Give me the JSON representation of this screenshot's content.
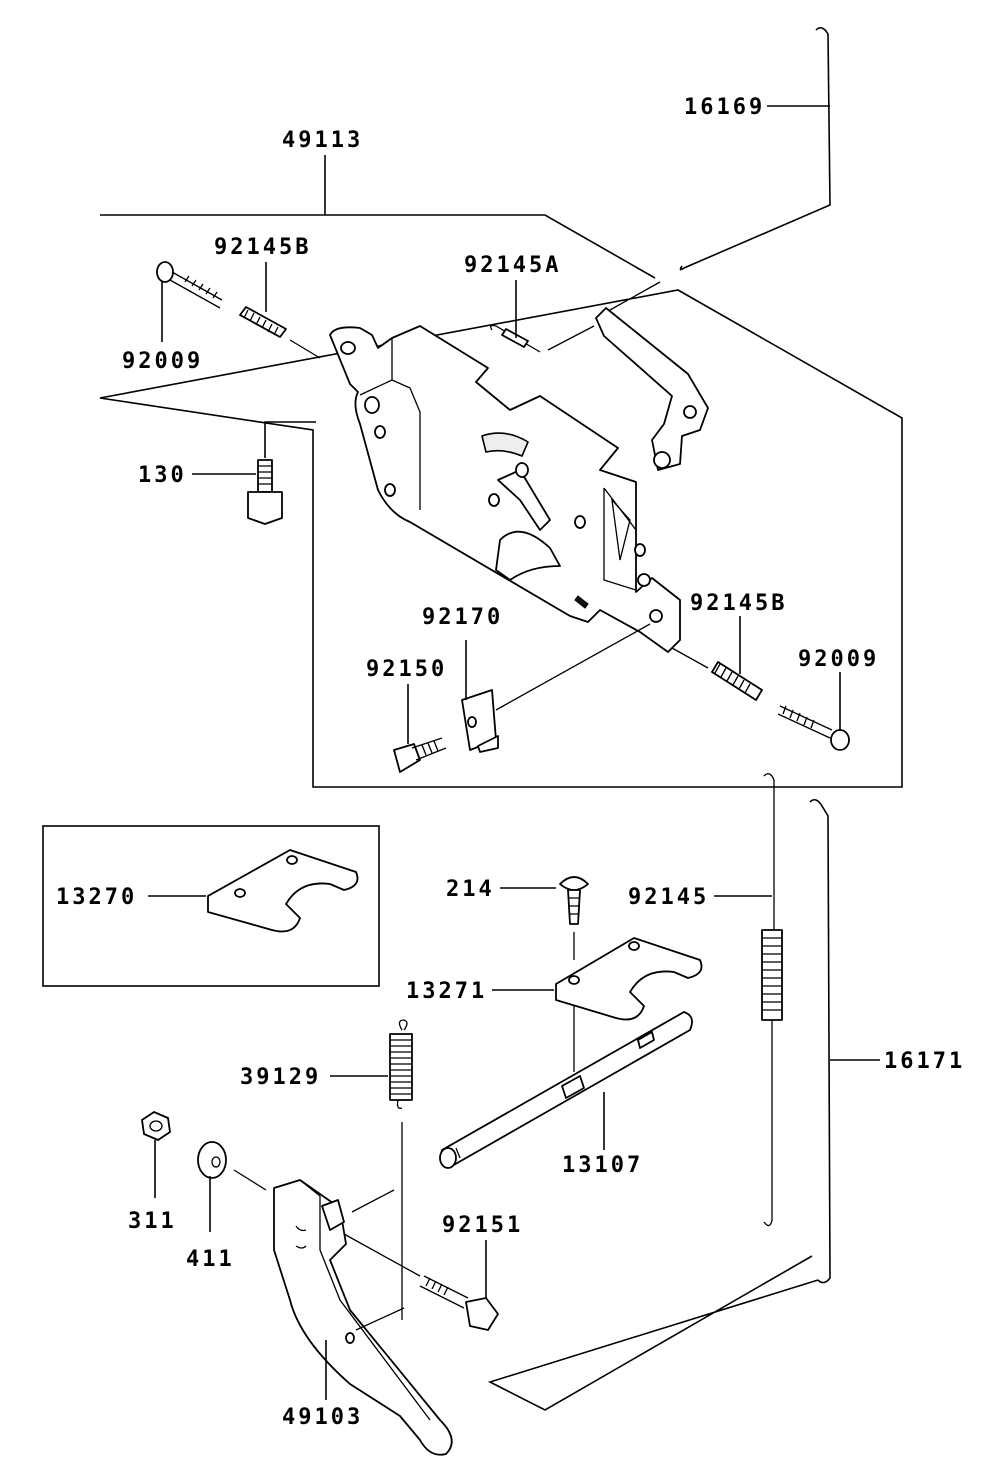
{
  "diagram": {
    "labels": {
      "l16169": "16169",
      "l49113": "49113",
      "l92145B_top": "92145B",
      "l92145A": "92145A",
      "l92009_top": "92009",
      "l130": "130",
      "l92170": "92170",
      "l92145B_right": "92145B",
      "l92009_right": "92009",
      "l92150": "92150",
      "l13270": "13270",
      "l214": "214",
      "l92145": "92145",
      "l13271": "13271",
      "l39129": "39129",
      "l16171": "16171",
      "l13107": "13107",
      "l311": "311",
      "l411": "411",
      "l92151": "92151",
      "l49103": "49103"
    },
    "colors": {
      "ink": "#000000",
      "paper": "#ffffff"
    }
  }
}
